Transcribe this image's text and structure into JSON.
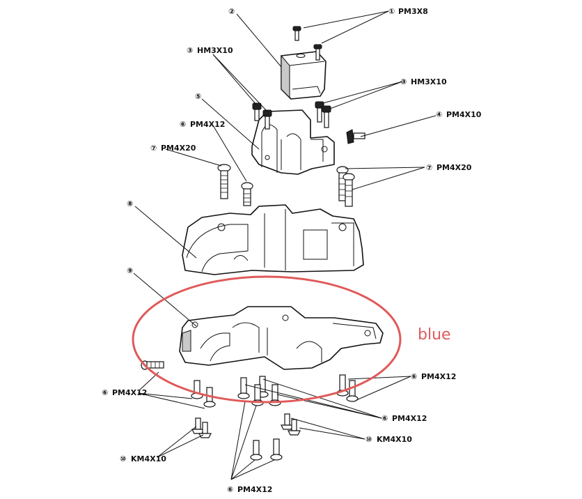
{
  "callouts": [
    {
      "num": "①",
      "code": "PM3X8"
    },
    {
      "num": "②",
      "code": ""
    },
    {
      "num": "③",
      "code": "HM3X10"
    },
    {
      "num": "③",
      "code": "HM3X10"
    },
    {
      "num": "④",
      "code": "PM4X10"
    },
    {
      "num": "⑤",
      "code": ""
    },
    {
      "num": "⑥",
      "code": "PM4X12"
    },
    {
      "num": "⑦",
      "code": "PM4X20"
    },
    {
      "num": "⑦",
      "code": "PM4X20"
    },
    {
      "num": "⑧",
      "code": ""
    },
    {
      "num": "⑨",
      "code": ""
    },
    {
      "num": "⑥",
      "code": "PM4X12"
    },
    {
      "num": "⑥",
      "code": "PM4X12"
    },
    {
      "num": "⑥",
      "code": "PM4X12"
    },
    {
      "num": "⑩",
      "code": "KM4X10"
    },
    {
      "num": "⑩",
      "code": "KM4X10"
    },
    {
      "num": "⑥",
      "code": "PM4X12"
    }
  ],
  "annotation": {
    "text": "blue",
    "color": "#e05a5a"
  },
  "colors": {
    "line": "#111111",
    "highlight": "#e05a5a",
    "background": "#ffffff"
  }
}
